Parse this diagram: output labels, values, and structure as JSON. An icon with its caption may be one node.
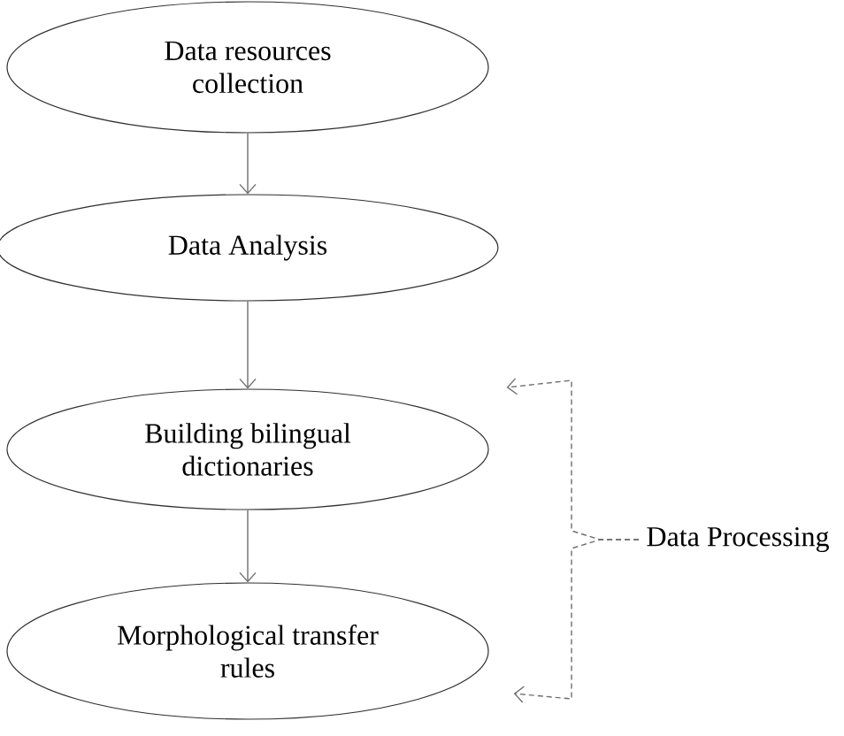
{
  "diagram": {
    "nodes": [
      {
        "text": [
          "Data resources collection"
        ]
      },
      {
        "text": [
          "Data Analysis"
        ]
      },
      {
        "text": [
          "Building bilingual dictionaries"
        ]
      },
      {
        "text": [
          "Morphological transfer rules"
        ]
      },
      {
        "text": [
          "Data Processing"
        ]
      }
    ],
    "edges": [
      {
        "from": 0,
        "to": 1,
        "arrow": "to"
      },
      {
        "from": 1,
        "to": 2,
        "arrow": "to"
      },
      {
        "from": 2,
        "to": 3,
        "arrow": "to"
      },
      {
        "from": 4,
        "to": 2,
        "arrow": "to",
        "style": "dashed"
      },
      {
        "from": 4,
        "to": 3,
        "arrow": "to",
        "style": "dashed"
      }
    ]
  }
}
